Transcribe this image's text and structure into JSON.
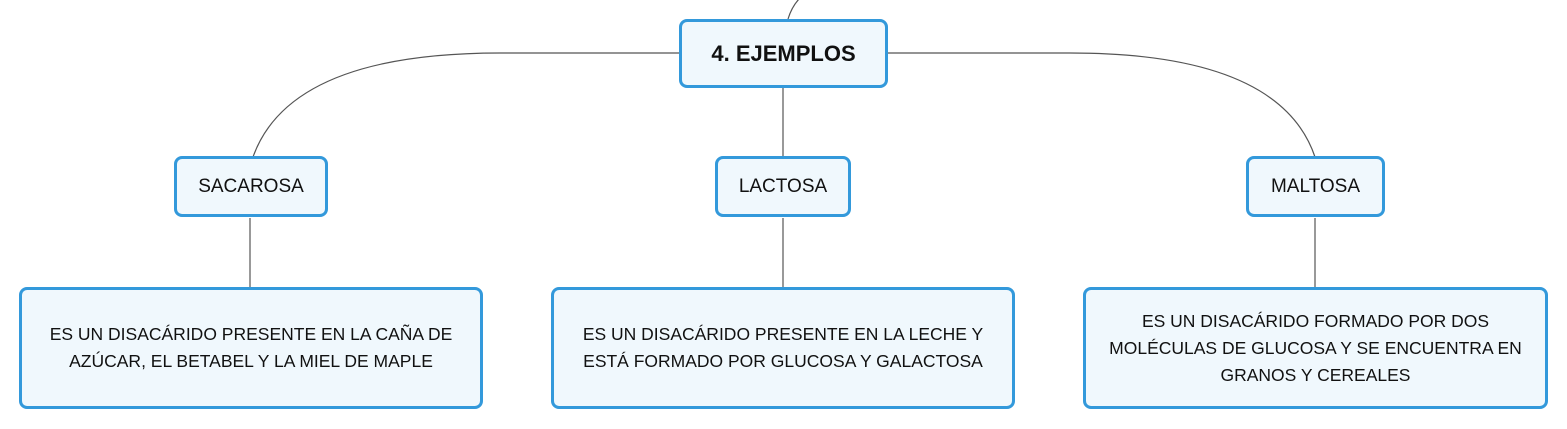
{
  "root": {
    "label": "4. EJEMPLOS"
  },
  "items": [
    {
      "name": "SACAROSA",
      "description": "ES UN DISACÁRIDO PRESENTE EN LA CAÑA DE AZÚCAR, EL BETABEL Y LA MIEL DE MAPLE"
    },
    {
      "name": "LACTOSA",
      "description": "ES UN DISACÁRIDO PRESENTE EN LA LECHE Y ESTÁ FORMADO POR GLUCOSA Y GALACTOSA"
    },
    {
      "name": "MALTOSA",
      "description": "ES UN DISACÁRIDO FORMADO POR DOS MOLÉCULAS DE GLUCOSA Y SE ENCUENTRA EN GRANOS Y CEREALES"
    }
  ],
  "colors": {
    "border": "#3399db",
    "fill": "#f0f8fd",
    "line": "#555555"
  }
}
